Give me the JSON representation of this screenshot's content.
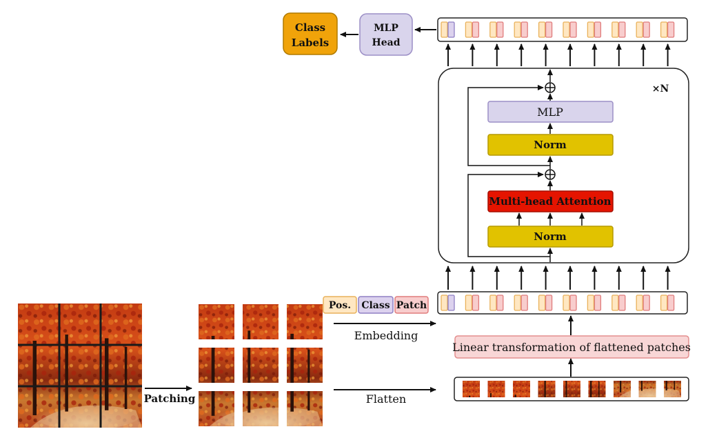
{
  "output": {
    "class_labels": [
      "Class",
      "Labels"
    ],
    "mlp_head": [
      "MLP",
      "Head"
    ]
  },
  "encoder": {
    "repeat_label": "×N",
    "mlp_label": "MLP",
    "norm_top_label": "Norm",
    "attention_label": "Multi-head Attention",
    "norm_bottom_label": "Norm"
  },
  "legend": {
    "pos": "Pos.",
    "class": "Class",
    "patch": "Patch"
  },
  "steps": {
    "patching": "Patching",
    "embedding": "Embedding",
    "flatten": "Flatten",
    "linear": "Linear transformation of flattened patches"
  },
  "token_count": 10,
  "patch_grid": 3,
  "colors": {
    "class_labels_fill": "#f0a30a",
    "class_labels_stroke": "#b07a00",
    "mlp_fill": "#d9d4ec",
    "mlp_stroke": "#9c8fc6",
    "norm_fill": "#e1c200",
    "norm_stroke": "#b59a00",
    "attention_fill": "#e51400",
    "attention_stroke": "#a50f00",
    "attention_text": "#ffffff",
    "linear_fill": "#f8d6d6",
    "linear_stroke": "#e38d8d",
    "pos_fill": "#ffe7c2",
    "pos_stroke": "#e9b15a",
    "class_fill": "#dcd2ee",
    "class_stroke": "#8f7fc4",
    "patch_fill": "#f8cdcd",
    "patch_stroke": "#e07c7c"
  }
}
